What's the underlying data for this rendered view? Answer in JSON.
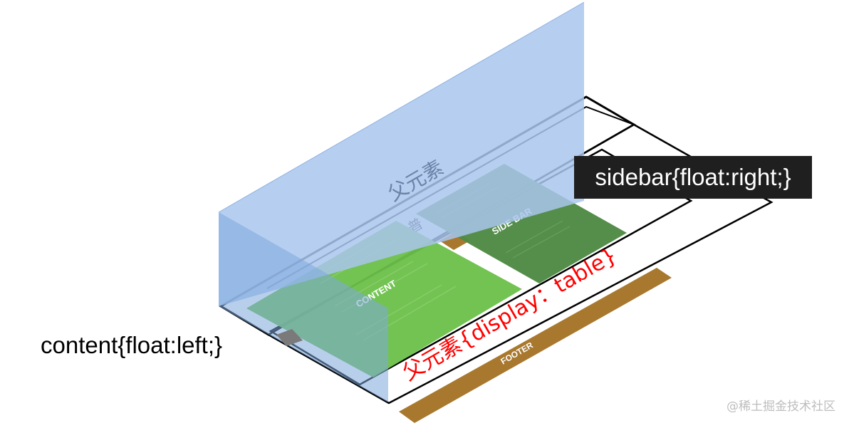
{
  "colors": {
    "parent_wall": "#a9c6ec",
    "content_block": "#6cc04a",
    "sidebar_block": "#4f8a44",
    "footer_bar": "#a8782e",
    "red_text": "#ff0000",
    "label_box": "#1f1f1f",
    "outline": "#000000"
  },
  "diagram": {
    "parent_wall_label": "父元素",
    "parent_table_label": "父元素{display：table}",
    "content_block_label": "CONTENT",
    "sidebar_block_label": "SIDE BAR",
    "footer_label": "FOOTER",
    "sidebar_callout": "sidebar{float:right;}",
    "content_callout": "content{float:left;}"
  },
  "watermark": "@稀土掘金技术社区"
}
